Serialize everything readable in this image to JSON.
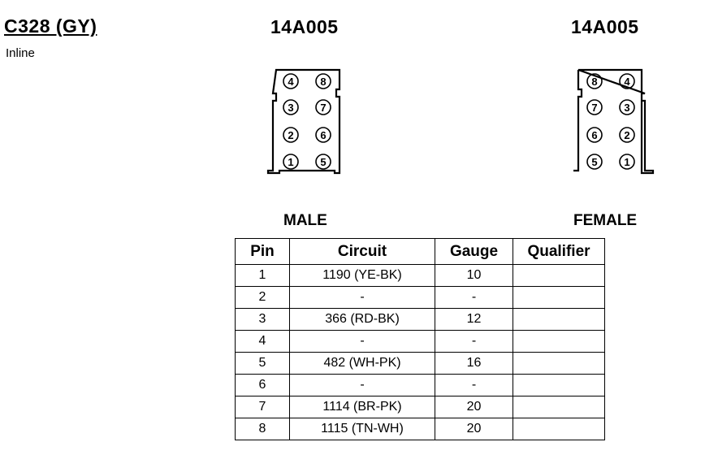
{
  "connector": {
    "id": "C328 (GY)",
    "location": "Inline",
    "male_part": "14A005",
    "female_part": "14A005",
    "male_label": "MALE",
    "female_label": "FEMALE"
  },
  "male_view": {
    "rows": [
      [
        "4",
        "8"
      ],
      [
        "3",
        "7"
      ],
      [
        "2",
        "6"
      ],
      [
        "1",
        "5"
      ]
    ]
  },
  "female_view": {
    "rows": [
      [
        "8",
        "4"
      ],
      [
        "7",
        "3"
      ],
      [
        "6",
        "2"
      ],
      [
        "5",
        "1"
      ]
    ]
  },
  "table": {
    "headers": [
      "Pin",
      "Circuit",
      "Gauge",
      "Qualifier"
    ],
    "rows": [
      [
        "1",
        "1190 (YE-BK)",
        "10",
        ""
      ],
      [
        "2",
        "-",
        "-",
        ""
      ],
      [
        "3",
        "366 (RD-BK)",
        "12",
        ""
      ],
      [
        "4",
        "-",
        "-",
        ""
      ],
      [
        "5",
        "482 (WH-PK)",
        "16",
        ""
      ],
      [
        "6",
        "-",
        "-",
        ""
      ],
      [
        "7",
        "1114 (BR-PK)",
        "20",
        ""
      ],
      [
        "8",
        "1115 (TN-WH)",
        "20",
        ""
      ]
    ]
  }
}
